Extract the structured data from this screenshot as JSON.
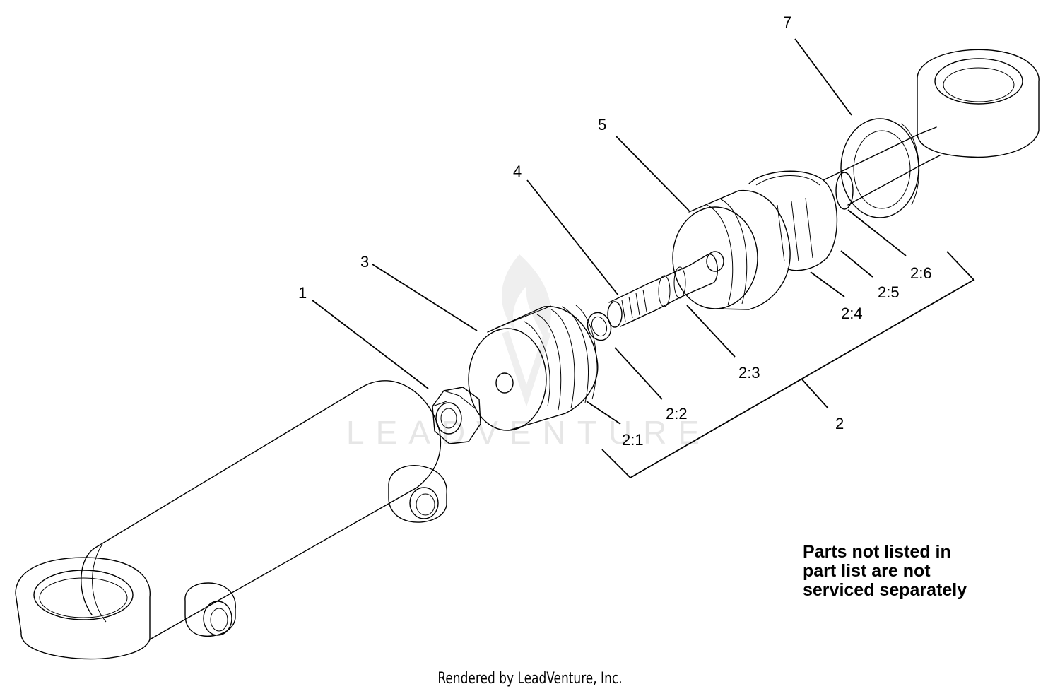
{
  "callouts": {
    "c1": "1",
    "c2": "2",
    "c2_1": "2:1",
    "c2_2": "2:2",
    "c2_3": "2:3",
    "c2_4": "2:4",
    "c2_5": "2:5",
    "c2_6": "2:6",
    "c3": "3",
    "c4": "4",
    "c5": "5",
    "c7": "7"
  },
  "note": {
    "line1": "Parts not listed in",
    "line2": "part list are not",
    "line3": "serviced separately"
  },
  "watermark": {
    "text": "LEADVENTURE"
  },
  "footer": {
    "text": "Rendered by LeadVenture, Inc."
  }
}
